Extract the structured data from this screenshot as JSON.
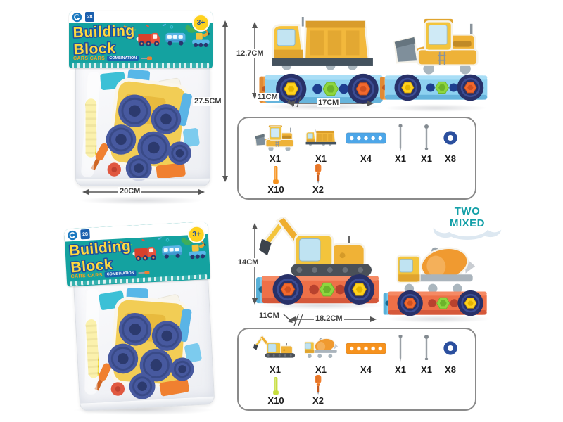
{
  "product_card": {
    "title_line1": "Building",
    "title_line2": "Block",
    "subtitle_left": "CARS CARS",
    "subtitle_right": "COMBINATION",
    "age_badge": "3+",
    "corner_badge_number": "28"
  },
  "top_set": {
    "package": {
      "height": "27.5CM",
      "width": "20CM"
    },
    "assembled": {
      "height": "12.7CM",
      "depth": "11CM",
      "length": "17CM"
    },
    "parts": [
      {
        "item": "wheel-loader-card",
        "qty": "X1"
      },
      {
        "item": "dump-truck-card",
        "qty": "X1"
      },
      {
        "item": "connector-strip-blue",
        "qty": "X4"
      },
      {
        "item": "long-screw",
        "qty": "X1"
      },
      {
        "item": "axle-screw",
        "qty": "X1"
      },
      {
        "item": "wheel-nut-donut",
        "qty": "X8"
      },
      {
        "item": "peg-bolt-orange",
        "qty": "X10"
      },
      {
        "item": "screwdriver",
        "qty": "X2"
      }
    ]
  },
  "bottom_set": {
    "assembled": {
      "height": "14CM",
      "depth": "11CM",
      "length": "18.2CM"
    },
    "badge": {
      "line1": "TWO",
      "line2": "MIXED"
    },
    "parts": [
      {
        "item": "excavator-card",
        "qty": "X1"
      },
      {
        "item": "cement-mixer-card",
        "qty": "X1"
      },
      {
        "item": "connector-strip-orange",
        "qty": "X4"
      },
      {
        "item": "long-screw",
        "qty": "X1"
      },
      {
        "item": "axle-screw",
        "qty": "X1"
      },
      {
        "item": "wheel-nut-donut",
        "qty": "X8"
      },
      {
        "item": "peg-bolt-green",
        "qty": "X10"
      },
      {
        "item": "screwdriver",
        "qty": "X2"
      }
    ]
  },
  "colors": {
    "card_teal": "#14a2a0",
    "title_yellow": "#ffd93e",
    "title_outline_blue": "#1d4f9e",
    "base_blue": "#8ed1f0",
    "base_orange": "#ee7048",
    "wheel_navy": "#283169",
    "nut_yellow": "#ffd21f",
    "nut_green": "#8ed63f",
    "nut_orange": "#f2692e",
    "badge_teal": "#14a0a8"
  }
}
